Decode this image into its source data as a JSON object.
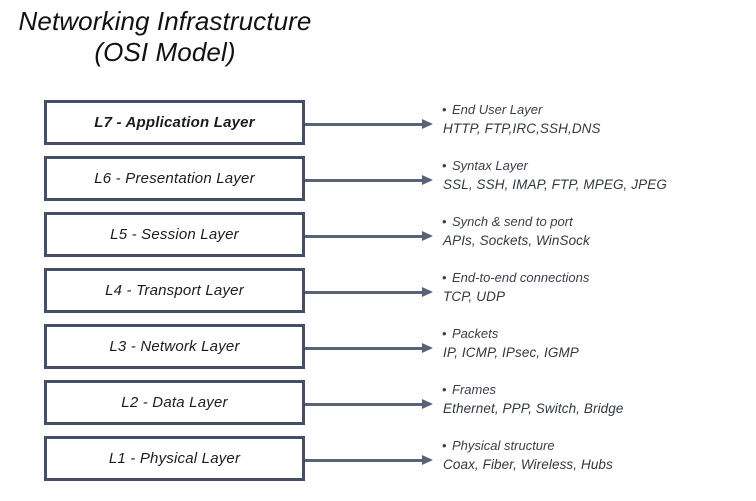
{
  "title": {
    "line1": "Networking Infrastructure",
    "line2": "(OSI Model)"
  },
  "colors": {
    "box_border": "#444f66",
    "arrow": "#5a6479",
    "title_text": "#111111",
    "description_text": "#3a3f4a",
    "background": "#ffffff"
  },
  "layers": [
    {
      "box_label": "L7 - Application Layer",
      "emphasis": true,
      "summary": "End User Layer",
      "protocols": "HTTP, FTP,IRC,SSH,DNS"
    },
    {
      "box_label": "L6 - Presentation Layer",
      "emphasis": false,
      "summary": "Syntax Layer",
      "protocols": "SSL, SSH, IMAP, FTP, MPEG, JPEG"
    },
    {
      "box_label": "L5 - Session Layer",
      "emphasis": false,
      "summary": "Synch & send to port",
      "protocols": "APIs, Sockets, WinSock"
    },
    {
      "box_label": "L4 - Transport Layer",
      "emphasis": false,
      "summary": "End-to-end connections",
      "protocols": "TCP, UDP"
    },
    {
      "box_label": "L3 - Network Layer",
      "emphasis": false,
      "summary": "Packets",
      "protocols": "IP, ICMP, IPsec, IGMP"
    },
    {
      "box_label": "L2 - Data Layer",
      "emphasis": false,
      "summary": "Frames",
      "protocols": "Ethernet, PPP, Switch, Bridge"
    },
    {
      "box_label": "L1 - Physical Layer",
      "emphasis": false,
      "summary": "Physical structure",
      "protocols": "Coax, Fiber, Wireless, Hubs"
    }
  ]
}
